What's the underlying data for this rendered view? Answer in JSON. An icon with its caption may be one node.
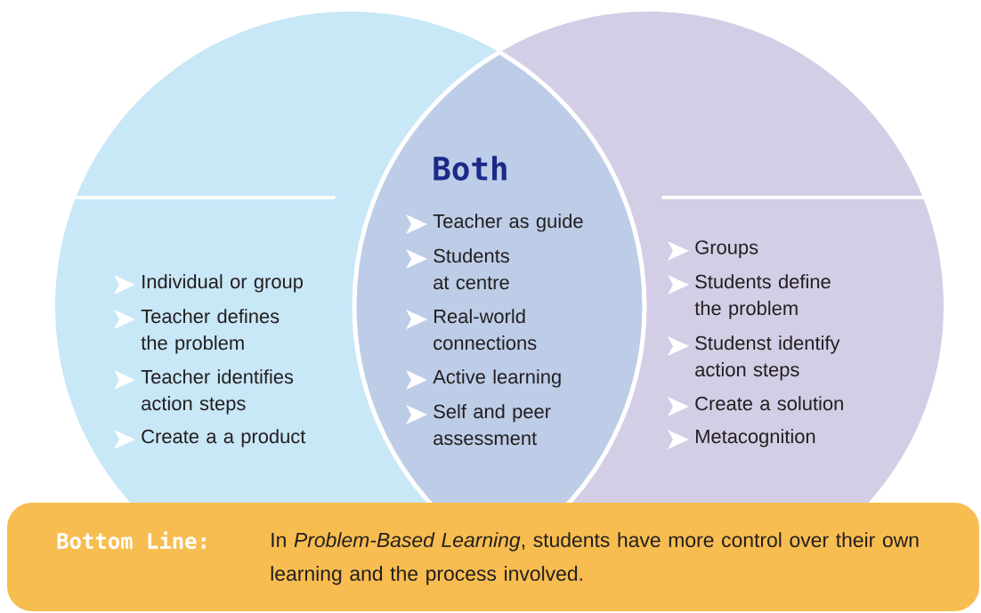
{
  "diagram": {
    "nodes": [
      {
        "text": [
          "Individual or group",
          "Teacher defines the problem",
          "Teacher identifies action steps",
          "Create a a product"
        ]
      },
      {
        "text": [
          "Both",
          "Teacher as guide",
          "Students at centre",
          "Real-world connections",
          "Active learning",
          "Self and peer assessment"
        ]
      },
      {
        "text": [
          "Groups",
          "Students define the problem",
          "Studenst identify action steps",
          "Create a solution",
          "Metacognition"
        ]
      },
      {
        "text": [
          "Bottom Line:",
          "In *Problem-Based Learning*, students have more control over their own learning and the process involved."
        ]
      }
    ]
  }
}
